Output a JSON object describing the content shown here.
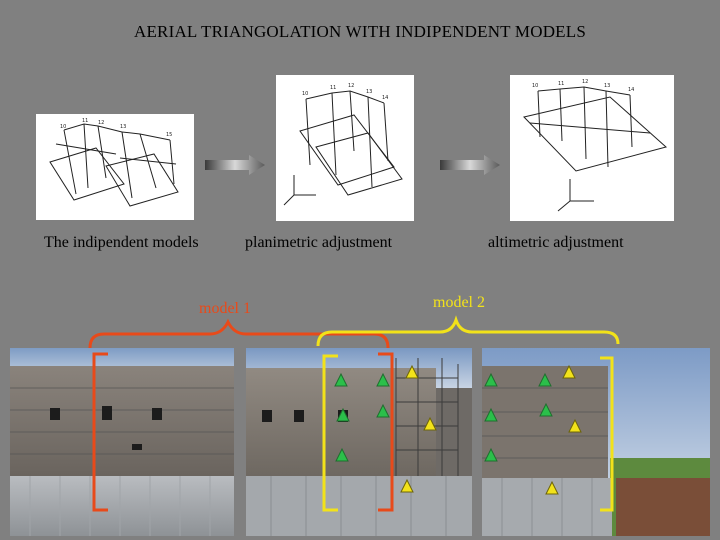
{
  "title": "AERIAL TRIANGOLATION WITH INDIPENDENT MODELS",
  "captions": {
    "independent": "The indipendent models",
    "planimetric": "planimetric  adjustment",
    "altimetric": "altimetric  adjustment"
  },
  "models": {
    "model1": {
      "label": "model 1",
      "color": "#e84a1a"
    },
    "model2": {
      "label": "model 2",
      "color": "#f2e21a"
    }
  },
  "marker_colors": {
    "green_triangle": "#2bbf4a",
    "yellow_triangle": "#f2e21a"
  },
  "icons": [
    "arrow-right-icon",
    "triangle-marker-icon",
    "bracket-icon",
    "brace-icon"
  ]
}
